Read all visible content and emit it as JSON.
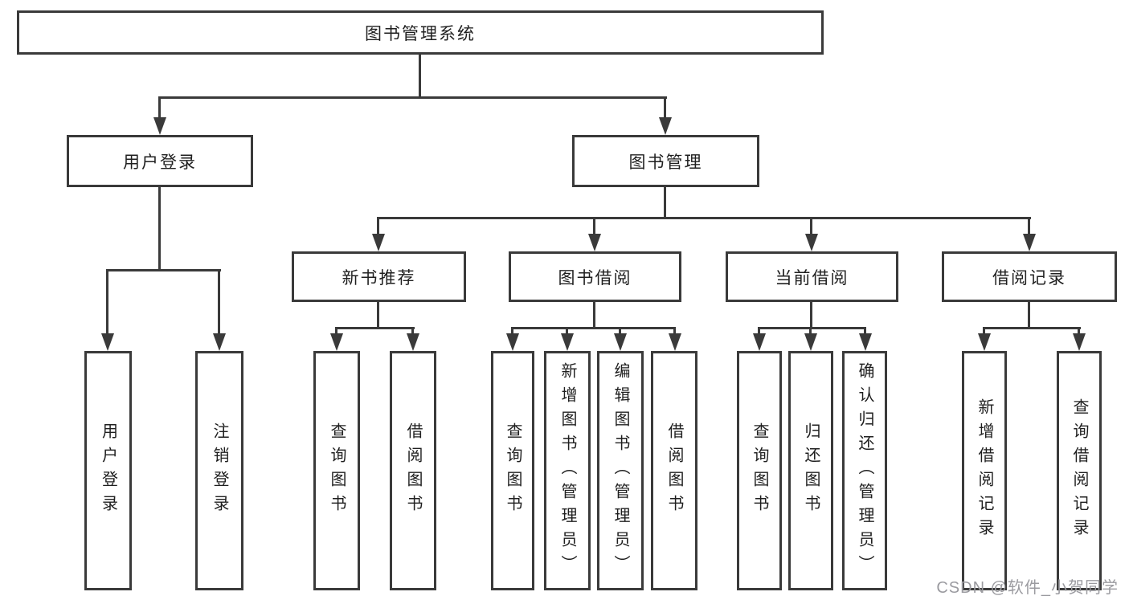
{
  "diagram_title": "图书管理系统",
  "nodes": {
    "root": "图书管理系统",
    "l2": {
      "user_login": "用户登录",
      "book_mgmt": "图书管理"
    },
    "l3": {
      "new_book": "新书推荐",
      "borrow": "图书借阅",
      "current": "当前借阅",
      "records": "借阅记录"
    },
    "leaves": {
      "user_login": "用户登录",
      "logout": "注销登录",
      "nb_query": "查询图书",
      "nb_borrow": "借阅图书",
      "bb_query": "查询图书",
      "bb_add": "新增图书（管理员）",
      "bb_edit": "编辑图书（管理员）",
      "bb_borrow": "借阅图书",
      "cb_query": "查询图书",
      "cb_return": "归还图书",
      "cb_confirm": "确认归还（管理员）",
      "br_add": "新增借阅记录",
      "br_query": "查询借阅记录"
    }
  },
  "colors": {
    "line": "#3a3a3a",
    "text": "#1f1f1f",
    "background": "#ffffff",
    "watermark": "#9b9ba0"
  },
  "watermark": "CSDN @软件_小贺同学"
}
